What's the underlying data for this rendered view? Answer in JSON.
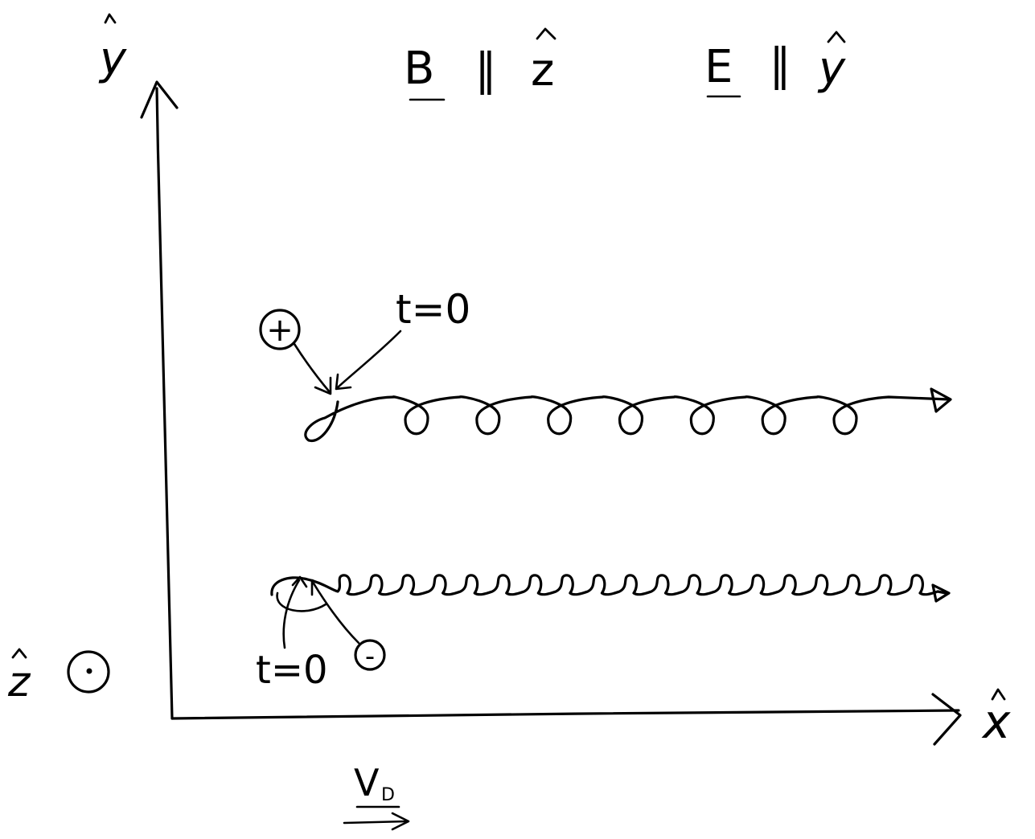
{
  "axes": {
    "y_label": "y",
    "x_label": "x",
    "z_label": "z"
  },
  "fields": {
    "b_symbol": "B",
    "b_relation": "∥",
    "b_direction": "z",
    "e_symbol": "E",
    "e_relation": "∥",
    "e_direction": "y"
  },
  "positive_particle": {
    "charge_label": "+",
    "start_label": "t=0",
    "loops": 7
  },
  "negative_particle": {
    "charge_label": "-",
    "start_label": "t=0",
    "loops": 19
  },
  "drift_velocity": {
    "label": "V",
    "subscript": "D"
  },
  "colors": {
    "ink": "#000000",
    "background": "#ffffff"
  }
}
